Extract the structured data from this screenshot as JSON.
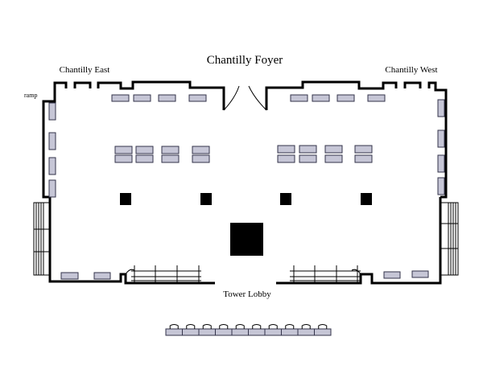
{
  "labels": {
    "title": "Chantilly Foyer",
    "east": "Chantilly East",
    "west": "Chantilly West",
    "ramp": "ramp",
    "lobby": "Tower Lobby"
  },
  "colors": {
    "table_fill": "#c6c6d6",
    "table_stroke": "#33334a",
    "wall": "#000000",
    "background": "#ffffff"
  }
}
